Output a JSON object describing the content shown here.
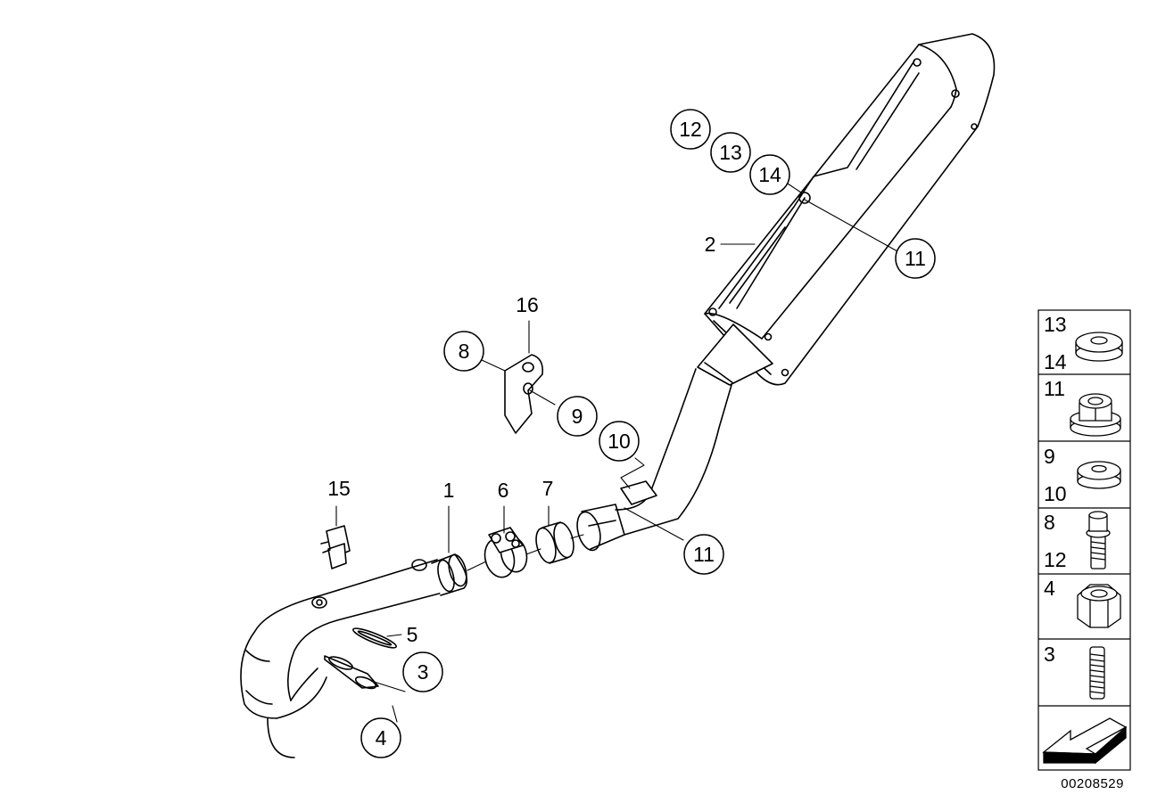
{
  "diagram": {
    "main_labels": {
      "part_1": "1",
      "part_2": "2",
      "part_3": "3",
      "part_4": "4",
      "part_5": "5",
      "part_6": "6",
      "part_7": "7",
      "part_8": "8",
      "part_9": "9",
      "part_10": "10",
      "part_11_upper": "11",
      "part_11_lower": "11",
      "part_12": "12",
      "part_13": "13",
      "part_14": "14",
      "part_15": "15",
      "part_16": "16"
    },
    "legend": {
      "row1": {
        "top": "13",
        "bottom": "14",
        "icon": "rubber-grommet-icon"
      },
      "row2": {
        "top": "11",
        "icon": "collar-nut-icon"
      },
      "row3": {
        "top": "9",
        "bottom": "10",
        "icon": "rubber-grommet-icon"
      },
      "row4": {
        "top": "8",
        "bottom": "12",
        "icon": "flange-bolt-icon"
      },
      "row5": {
        "top": "4",
        "icon": "hex-nut-icon"
      },
      "row6": {
        "top": "3",
        "icon": "stud-bolt-icon"
      },
      "row7": {
        "icon": "direction-arrow-icon"
      }
    },
    "part_number": "00208529"
  }
}
